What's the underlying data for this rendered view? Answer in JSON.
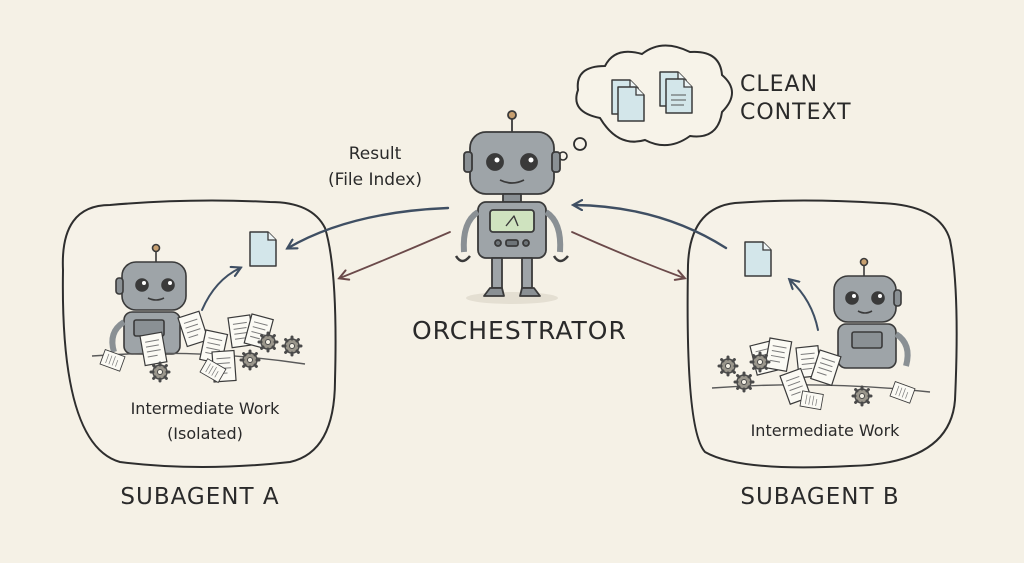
{
  "orchestrator": {
    "label": "ORCHESTRATOR"
  },
  "thought_bubble": {
    "line1": "CLEAN",
    "line2": "CONTEXT"
  },
  "result_arrow": {
    "line1": "Result",
    "line2": "(File Index)"
  },
  "subagent_a": {
    "label": "SUBAGENT A",
    "work_line1": "Intermediate Work",
    "work_line2": "(Isolated)"
  },
  "subagent_b": {
    "label": "SUBAGENT B",
    "work_line1": "Intermediate Work"
  },
  "colors": {
    "background": "#f5f1e6",
    "robot_body": "#9ea4a8",
    "robot_stroke": "#3a3a3a",
    "screen": "#cfe3bf",
    "document": "#d3e6ea",
    "arrow_blue": "#3f4f63",
    "arrow_red": "#6b4a4a"
  }
}
